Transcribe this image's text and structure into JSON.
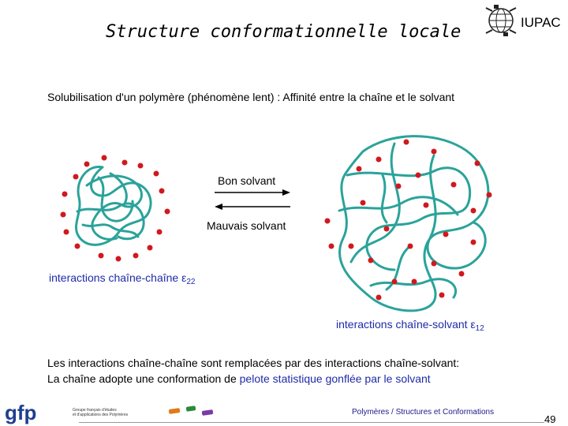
{
  "title": "Structure conformationnelle locale",
  "iupac": "IUPAC",
  "subtitle": "Solubilisation d'un polymère (phénomène lent) :  Affinité entre la chaîne et le solvant",
  "arrows": {
    "forward_label": "Bon solvant",
    "backward_label": "Mauvais solvant"
  },
  "interactions": {
    "chain_chain_label": "interactions chaîne-chaîne ε",
    "chain_chain_sub": "22",
    "chain_solvent_label": "interactions chaîne-solvant ε",
    "chain_solvent_sub": "12"
  },
  "conclusion": {
    "line1": "Les interactions chaîne-chaîne sont remplacées par des interactions chaîne-solvant:",
    "line2_prefix": "La chaîne adopte une conformation de ",
    "line2_highlight": "pelote statistique gonflée par le solvant"
  },
  "footer": {
    "logo_text": "gfp",
    "org_line1": "Groupe français d'études",
    "org_line2": "et d'applications des Polymères",
    "caption": "Polymères / Structures et Conformations",
    "page_number": "49"
  },
  "colors": {
    "chain": "#2aa39a",
    "solvent": "#d0191f",
    "accent": "#1f2aa8"
  }
}
